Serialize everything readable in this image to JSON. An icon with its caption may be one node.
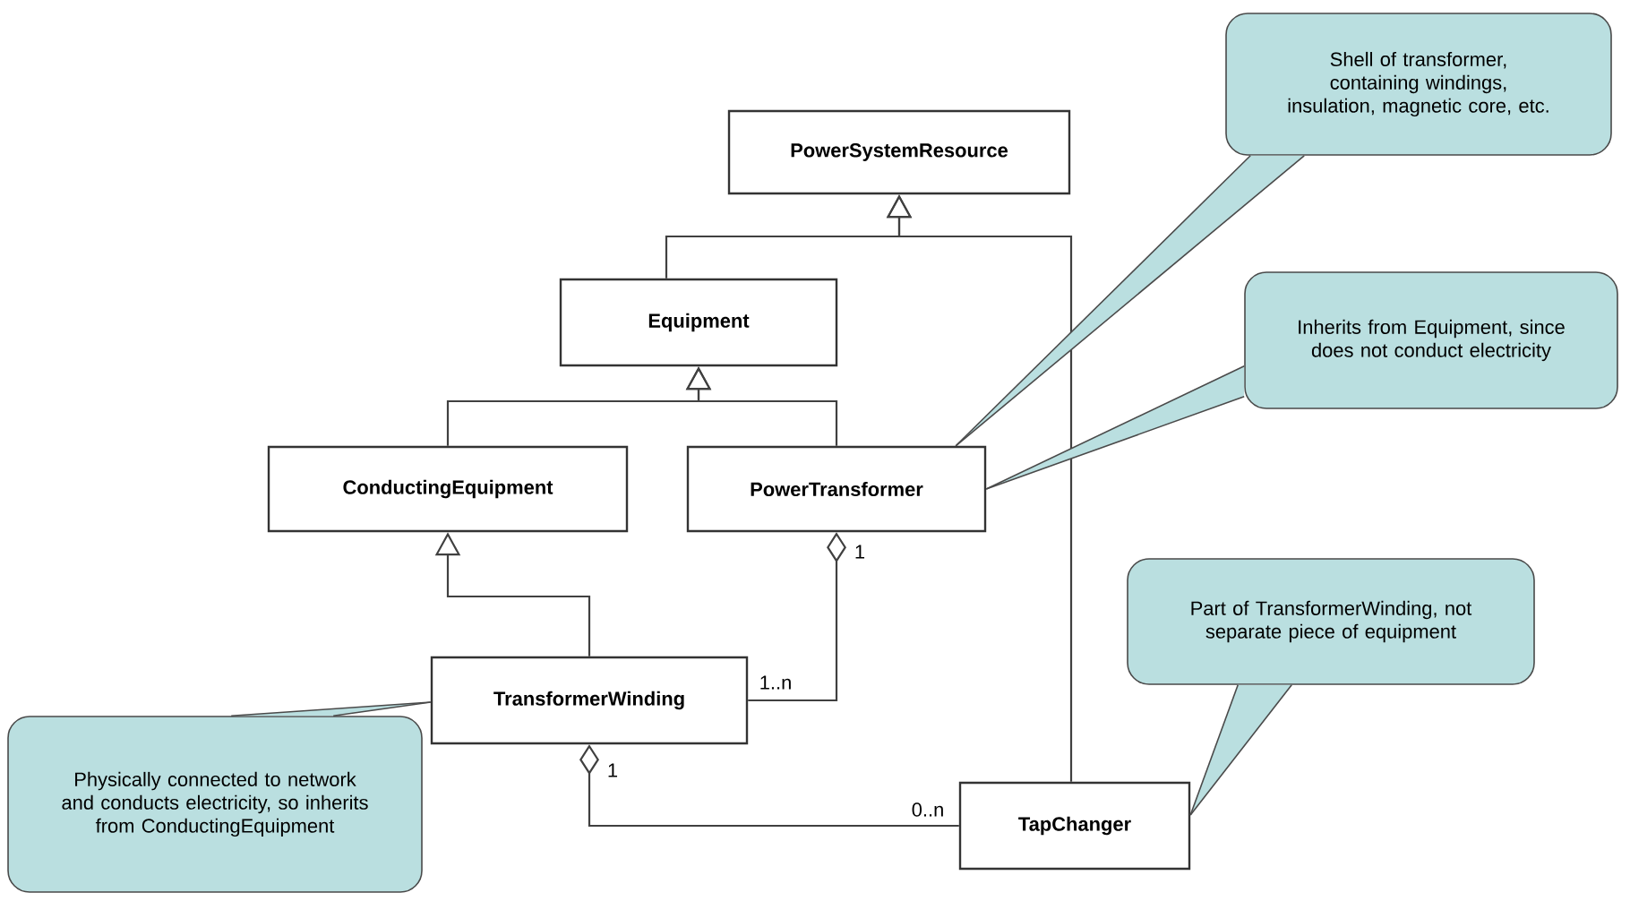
{
  "diagram": {
    "nodes": [
      {
        "text": [
          "PowerSystemResource"
        ]
      },
      {
        "text": [
          "Equipment"
        ]
      },
      {
        "text": [
          "ConductingEquipment"
        ]
      },
      {
        "text": [
          "PowerTransformer"
        ]
      },
      {
        "text": [
          "TransformerWinding"
        ]
      },
      {
        "text": [
          "TapChanger"
        ]
      },
      {
        "text": [
          "Shell of transformer, containing windings, insulation, magnetic core, etc."
        ]
      },
      {
        "text": [
          "Inherits from Equipment, since does not conduct electricity"
        ]
      },
      {
        "text": [
          "Part of TransformerWinding, not separate piece of equipment"
        ]
      },
      {
        "text": [
          "Physically connected to network and conducts electricity, so inherits from ConductingEquipment"
        ]
      }
    ],
    "edges": [
      {
        "from": 1,
        "to": 0,
        "arrow": "to"
      },
      {
        "from": 2,
        "to": 1,
        "arrow": "to"
      },
      {
        "from": 3,
        "to": 1,
        "arrow": "to"
      },
      {
        "from": 4,
        "to": 2,
        "arrow": "to"
      },
      {
        "from": 3,
        "to": 4,
        "arrow": "other"
      },
      {
        "from": 4,
        "to": 5,
        "arrow": "other"
      },
      {
        "from": 5,
        "to": 0,
        "arrow": "to"
      },
      {
        "from": 6,
        "to": 3,
        "arrow": "none"
      },
      {
        "from": 7,
        "to": 3,
        "arrow": "none"
      },
      {
        "from": 8,
        "to": 5,
        "arrow": "none"
      },
      {
        "from": 9,
        "to": 4,
        "arrow": "none"
      }
    ],
    "labels": [
      "1",
      "1..n",
      "1",
      "0..n"
    ]
  }
}
